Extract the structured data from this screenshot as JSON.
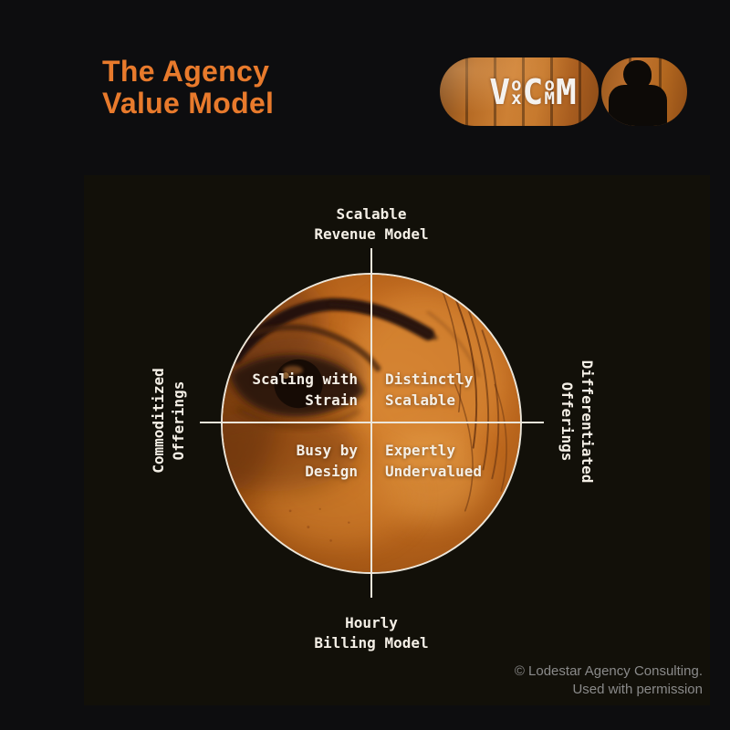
{
  "title": {
    "line1": "The Agency",
    "line2": "Value Model"
  },
  "logo": {
    "letter_v": "V",
    "stack1_top": "o",
    "stack1_bottom": "x",
    "letter_c": "C",
    "stack2_top": "o",
    "stack2_bottom": "M",
    "letter_m": "M"
  },
  "diagram": {
    "axis_top": {
      "line1": "Scalable",
      "line2": "Revenue Model"
    },
    "axis_bottom": {
      "line1": "Hourly",
      "line2": "Billing Model"
    },
    "axis_left": {
      "line1": "Commoditized",
      "line2": "Offerings"
    },
    "axis_right": {
      "line1": "Differentiated",
      "line2": "Offerings"
    },
    "quadrants": {
      "top_left": {
        "line1": "Scaling with",
        "line2": "Strain"
      },
      "top_right": {
        "line1": "Distinctly",
        "line2": "Scalable"
      },
      "bottom_left": {
        "line1": "Busy by",
        "line2": "Design"
      },
      "bottom_right": {
        "line1": "Expertly",
        "line2": "Undervalued"
      }
    }
  },
  "footer": {
    "line1": "© Lodestar Agency Consulting.",
    "line2": "Used with permission"
  },
  "colors": {
    "accent": "#e87a2c",
    "line": "#ece6da",
    "text": "#f4efe6",
    "muted": "#8a8a8a",
    "bg-outer": "#0d0d0f",
    "bg-panel": "#121009"
  }
}
